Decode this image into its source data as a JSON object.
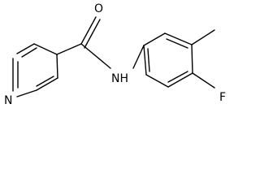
{
  "molecule": {
    "atoms": {
      "pyridine_nitrogen": "N",
      "carbonyl_oxygen": "O",
      "amide_nitrogen": "NH",
      "fluorine": "F"
    },
    "colors": {
      "bond": "#000000",
      "label": "#000000",
      "background": "#ffffff"
    }
  }
}
